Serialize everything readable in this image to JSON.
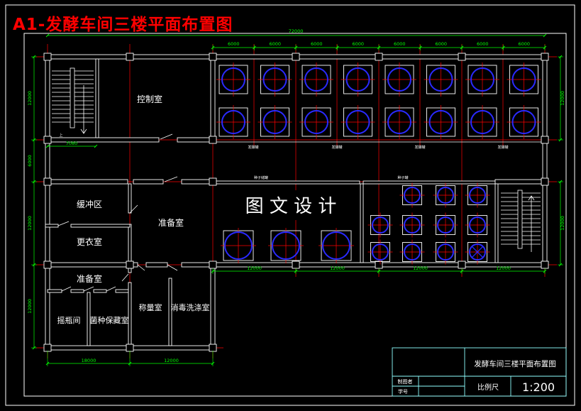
{
  "title": "A1-发酵车间三楼平面布置图",
  "dimensions": {
    "overall_width": "72000",
    "top_bays": [
      "6000",
      "6000",
      "6000",
      "6000",
      "6000",
      "6000",
      "6000",
      "6000"
    ],
    "stair_width": "7080",
    "left_vertical": [
      "12000",
      "6000",
      "12000",
      "12000"
    ],
    "right_vertical": [
      "12000",
      "12000"
    ],
    "bottom_left": [
      "18000",
      "12000"
    ],
    "middle_row": [
      "12000",
      "12000",
      "12000",
      "12000"
    ]
  },
  "rooms": {
    "control": "控制室",
    "buffer": "缓冲区",
    "changing": "更衣室",
    "prep_right": "准备室",
    "prep_left": "准备室",
    "shake_flask": "摇瓶间",
    "strain_storage": "菌种保藏室",
    "weighing": "称量室",
    "washing": "消毒洗涤室"
  },
  "equipment_labels": {
    "fermenters": [
      "发酵罐",
      "发酵罐",
      "发酵罐",
      "发酵罐"
    ],
    "seed_left": "种子储罐",
    "seed_right": "种子罐"
  },
  "stair_up": "上",
  "watermark": "图 文 设 计",
  "title_block": {
    "drawing_name": "发酵车间三楼平面布置图",
    "drafter_label": "制图者",
    "student_no_label": "学号",
    "scale_label": "比例尺",
    "scale_value": "1:200"
  },
  "colors": {
    "background": "#000000",
    "wall": "#ffffff",
    "axis": "#ff0000",
    "dimension": "#00ff00",
    "vessel": "#2a2aff",
    "title": "#ff0000",
    "title_block": "#8fffff"
  }
}
